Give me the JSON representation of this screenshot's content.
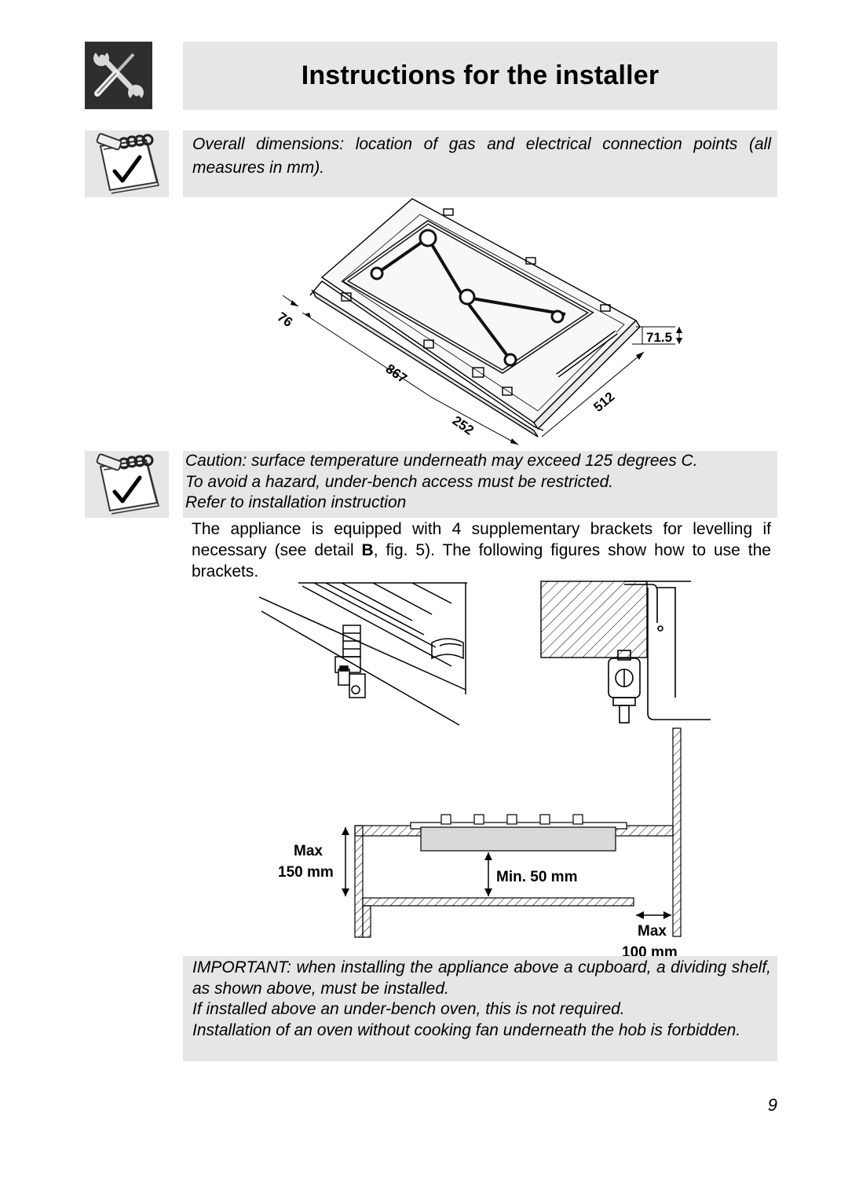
{
  "header": {
    "title": "Instructions for the installer",
    "icon": "tools-icon"
  },
  "notes": {
    "icon": "notebook-check-icon",
    "dimensions_text": "Overall dimensions: location of gas and electrical connection points (all measures in mm).",
    "caution_lines": [
      "Caution: surface temperature underneath may exceed 125 degrees C.",
      "To avoid a hazard, under-bench access must be restricted.",
      "Refer to installation instruction"
    ]
  },
  "figure_dimensions": {
    "dim_76": "76",
    "dim_867": "867",
    "dim_252": "252",
    "dim_512": "512",
    "dim_71_5": "71.5"
  },
  "body": {
    "before_bold": "The appliance is equipped with 4 supplementary brackets for levelling if necessary (see detail ",
    "bold": "B",
    "after_bold": ", fig. 5). The following figures show how to use the brackets."
  },
  "section_figure": {
    "max_label": "Max",
    "max_150": "150 mm",
    "min_50": "Min. 50 mm",
    "max_label_2": "Max",
    "max_100": "100 mm"
  },
  "important_lines": [
    "IMPORTANT: when installing the appliance above a cupboard, a dividing shelf, as shown above, must be installed.",
    "If installed above an under-bench oven, this is not required.",
    "Installation of an oven without cooking fan underneath the hob is forbidden."
  ],
  "page": {
    "number": "9"
  }
}
